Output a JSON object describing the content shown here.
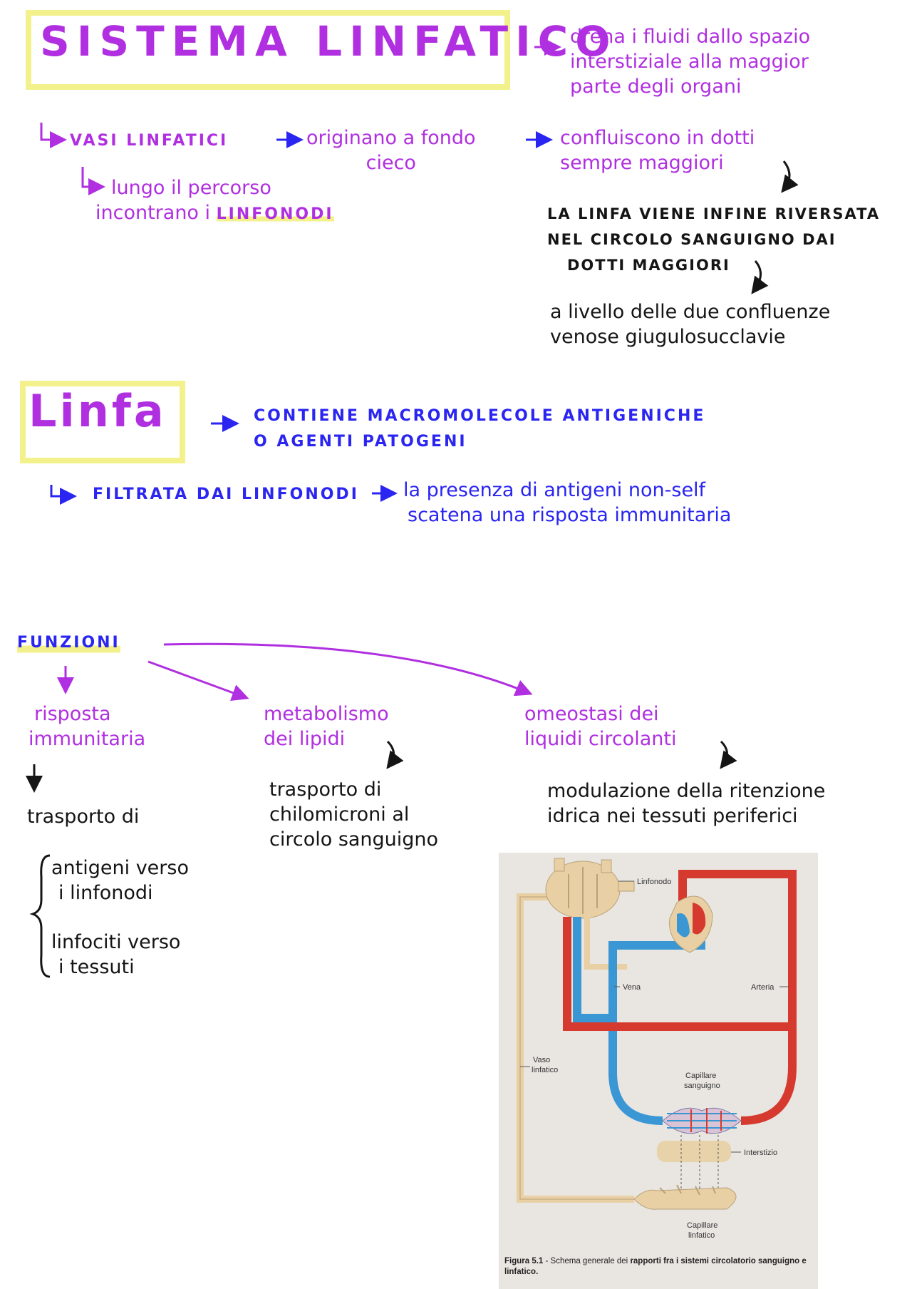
{
  "title": "SISTEMA LINFATICO",
  "title_note": [
    "drena i fluidi dallo spazio",
    "interstiziale alla maggior",
    "parte degli organi"
  ],
  "vasi": {
    "label": "VASI LINFATICI",
    "origin": [
      "originano a fondo",
      "cieco"
    ],
    "confluence": [
      "confluiscono in dotti",
      "sempre maggiori"
    ],
    "path": [
      "lungo il percorso",
      "incontrano i",
      "LINFONODI"
    ],
    "outflow": [
      "LA LINFA VIENE INFINE RIVERSATA",
      "NEL CIRCOLO SANGUIGNO DAI",
      "DOTTI MAGGIORI"
    ],
    "location": [
      "a livello delle due confluenze",
      "venose giugulosucclavie"
    ]
  },
  "linfa": {
    "title": "Linfa",
    "contains": [
      "CONTIENE MACROMOLECOLE ANTIGENICHE",
      "O AGENTI PATOGENI"
    ],
    "filtered": "FILTRATA DAI LINFONODI",
    "response": [
      "la presenza di antigeni non-self",
      "scatena una risposta immunitaria"
    ]
  },
  "funzioni": {
    "title": "FUNZIONI",
    "immune": {
      "title": [
        "risposta",
        "immunitaria"
      ],
      "transport": "trasporto di",
      "items": [
        [
          "antigeni verso",
          "i linfonodi"
        ],
        [
          "linfociti verso",
          "i tessuti"
        ]
      ]
    },
    "lipids": {
      "title": [
        "metabolismo",
        "dei lipidi"
      ],
      "detail": [
        "trasporto di",
        "chilomicroni al",
        "circolo sanguigno"
      ]
    },
    "homeostasis": {
      "title": [
        "omeostasi dei",
        "liquidi circolanti"
      ],
      "detail": [
        "modulazione della ritenzione",
        "idrica nei tessuti periferici"
      ]
    }
  },
  "figure": {
    "labels": {
      "linfonodo": "Linfonodo",
      "vena": "Vena",
      "arteria": "Arteria",
      "vaso_linfatico": [
        "Vaso",
        "linfatico"
      ],
      "capillare_sanguigno": [
        "Capillare",
        "sanguigno"
      ],
      "interstizio": "Interstizio",
      "capillare_linfatico": [
        "Capillare",
        "linfatico"
      ]
    },
    "caption_lead": "Figura 5.1",
    "caption_text": " - Schema generale dei ",
    "caption_bold": "rapporti fra i sistemi circolatorio sanguigno e linfatico."
  },
  "colors": {
    "violet": "#b02fe0",
    "blue": "#2a25f0",
    "highlight": "#f3f18c",
    "vein": "#3a97d4",
    "artery": "#d63a2f",
    "lymph": "#e8cfa4"
  }
}
